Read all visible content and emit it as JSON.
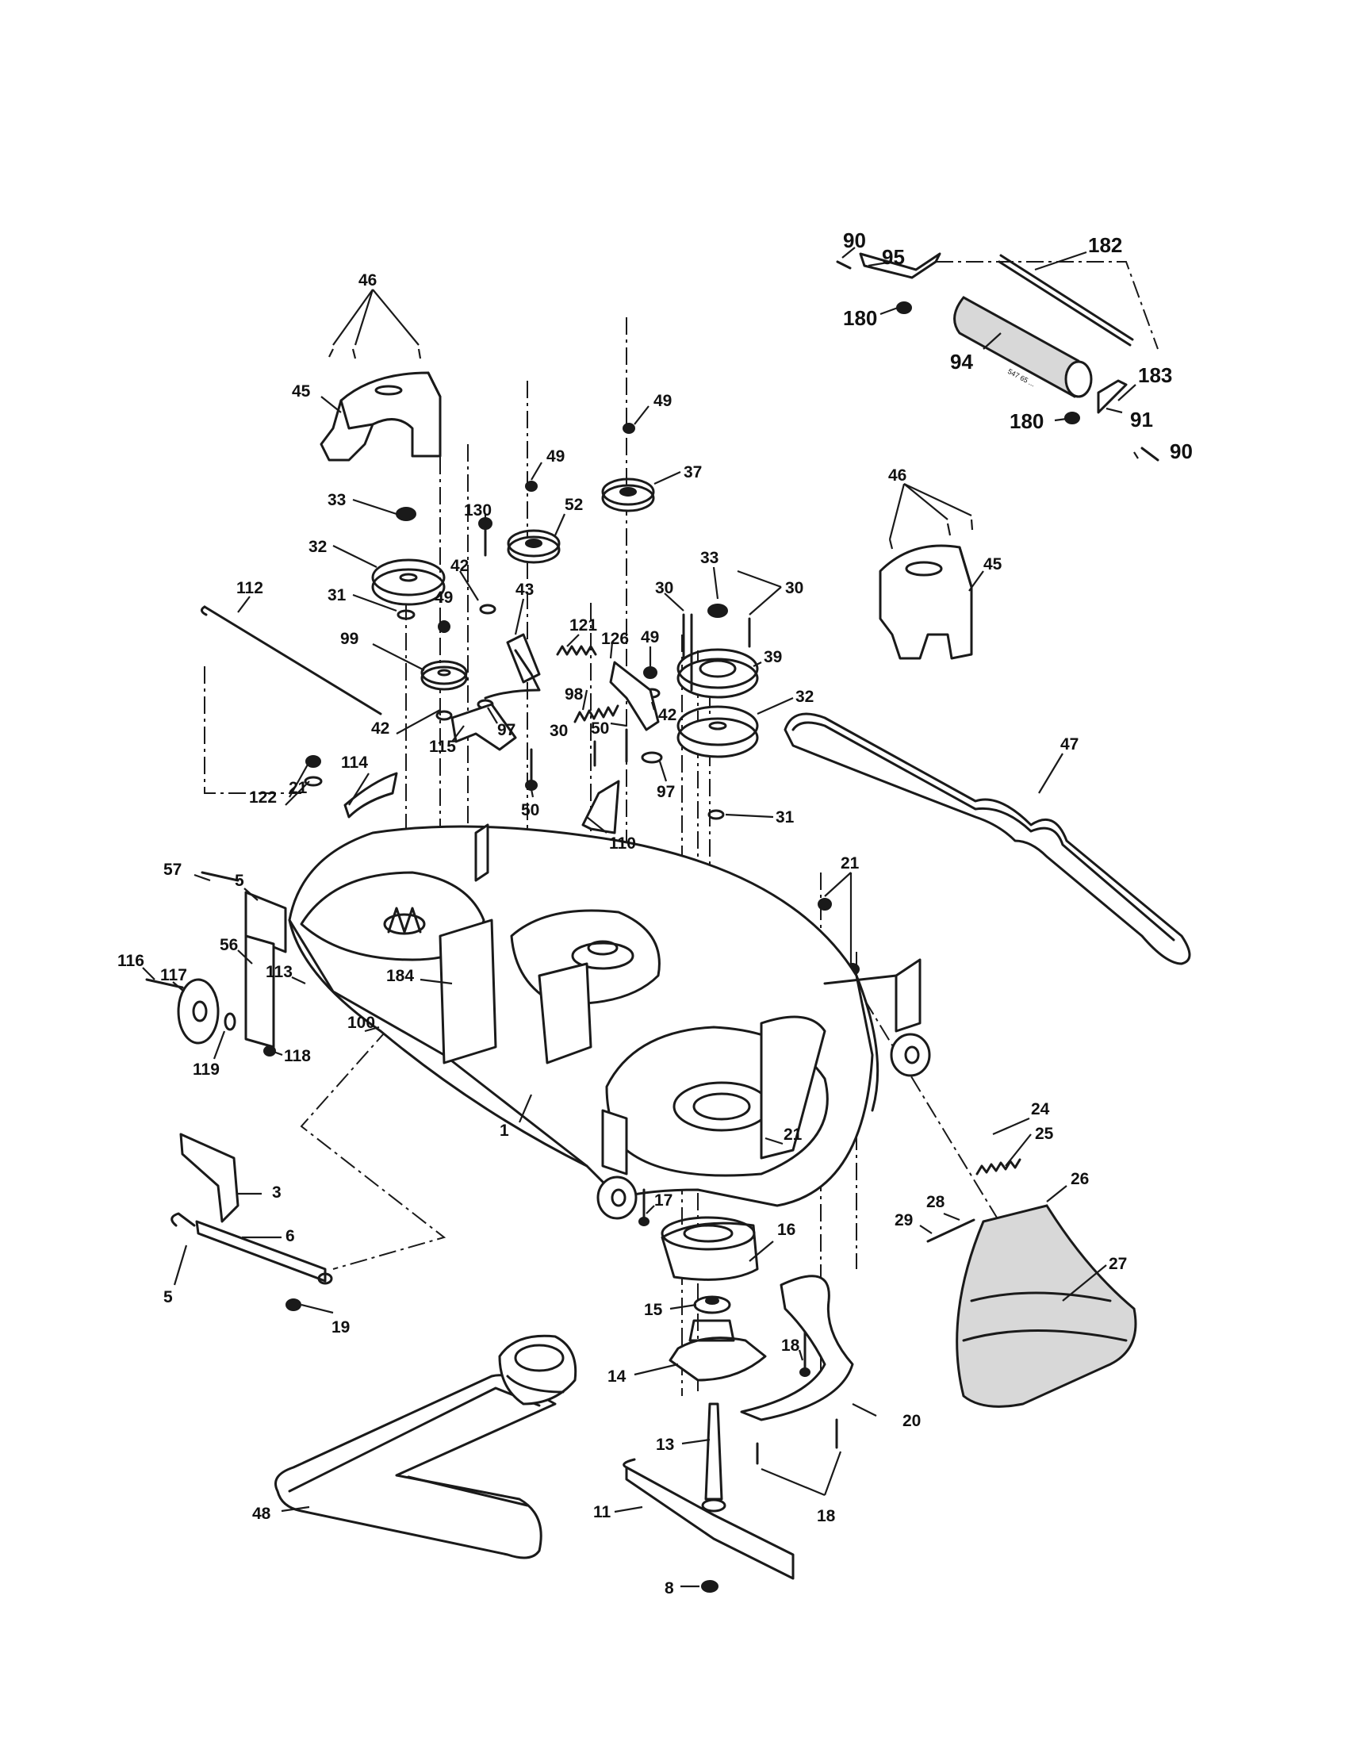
{
  "diagram": {
    "type": "exploded-parts-diagram",
    "subject": "mower deck assembly",
    "callouts": [
      {
        "id": "c46a",
        "label": "46"
      },
      {
        "id": "c45a",
        "label": "45"
      },
      {
        "id": "c33a",
        "label": "33"
      },
      {
        "id": "c32a",
        "label": "32"
      },
      {
        "id": "c31a",
        "label": "31"
      },
      {
        "id": "c99",
        "label": "99"
      },
      {
        "id": "c112",
        "label": "112"
      },
      {
        "id": "c42a",
        "label": "42"
      },
      {
        "id": "c42b",
        "label": "42"
      },
      {
        "id": "c130",
        "label": "130"
      },
      {
        "id": "c49a",
        "label": "49"
      },
      {
        "id": "c49b",
        "label": "49"
      },
      {
        "id": "c52",
        "label": "52"
      },
      {
        "id": "c49c",
        "label": "49"
      },
      {
        "id": "c37",
        "label": "37"
      },
      {
        "id": "c43",
        "label": "43"
      },
      {
        "id": "c121",
        "label": "121"
      },
      {
        "id": "c98",
        "label": "98"
      },
      {
        "id": "c97a",
        "label": "97"
      },
      {
        "id": "c115",
        "label": "115"
      },
      {
        "id": "c50a",
        "label": "50"
      },
      {
        "id": "c50b",
        "label": "50"
      },
      {
        "id": "c126",
        "label": "126"
      },
      {
        "id": "c49d",
        "label": "49"
      },
      {
        "id": "c42c",
        "label": "42"
      },
      {
        "id": "c30a",
        "label": "30"
      },
      {
        "id": "c30b",
        "label": "30"
      },
      {
        "id": "c30c",
        "label": "30"
      },
      {
        "id": "c33b",
        "label": "33"
      },
      {
        "id": "c39",
        "label": "39"
      },
      {
        "id": "c32b",
        "label": "32"
      },
      {
        "id": "c97b",
        "label": "97"
      },
      {
        "id": "c110",
        "label": "110"
      },
      {
        "id": "c31b",
        "label": "31"
      },
      {
        "id": "c90a",
        "label": "90"
      },
      {
        "id": "c95",
        "label": "95"
      },
      {
        "id": "c182",
        "label": "182"
      },
      {
        "id": "c180a",
        "label": "180"
      },
      {
        "id": "c94",
        "label": "94"
      },
      {
        "id": "c183",
        "label": "183"
      },
      {
        "id": "c180b",
        "label": "180"
      },
      {
        "id": "c91",
        "label": "91"
      },
      {
        "id": "c90b",
        "label": "90"
      },
      {
        "id": "c46b",
        "label": "46"
      },
      {
        "id": "c45b",
        "label": "45"
      },
      {
        "id": "c47",
        "label": "47"
      },
      {
        "id": "c21a",
        "label": "21"
      },
      {
        "id": "c122",
        "label": "122"
      },
      {
        "id": "c114",
        "label": "114"
      },
      {
        "id": "c5a",
        "label": "5"
      },
      {
        "id": "c57",
        "label": "57"
      },
      {
        "id": "c116",
        "label": "116"
      },
      {
        "id": "c117",
        "label": "117"
      },
      {
        "id": "c56",
        "label": "56"
      },
      {
        "id": "c113",
        "label": "113"
      },
      {
        "id": "c184",
        "label": "184"
      },
      {
        "id": "c100",
        "label": "100"
      },
      {
        "id": "c119",
        "label": "119"
      },
      {
        "id": "c118",
        "label": "118"
      },
      {
        "id": "c21b",
        "label": "21"
      },
      {
        "id": "c1",
        "label": "1"
      },
      {
        "id": "c21c",
        "label": "21"
      },
      {
        "id": "c24",
        "label": "24"
      },
      {
        "id": "c25",
        "label": "25"
      },
      {
        "id": "c26",
        "label": "26"
      },
      {
        "id": "c28",
        "label": "28"
      },
      {
        "id": "c29",
        "label": "29"
      },
      {
        "id": "c27",
        "label": "27"
      },
      {
        "id": "c3",
        "label": "3"
      },
      {
        "id": "c6",
        "label": "6"
      },
      {
        "id": "c5b",
        "label": "5"
      },
      {
        "id": "c19",
        "label": "19"
      },
      {
        "id": "c17",
        "label": "17"
      },
      {
        "id": "c16",
        "label": "16"
      },
      {
        "id": "c15",
        "label": "15"
      },
      {
        "id": "c14",
        "label": "14"
      },
      {
        "id": "c18a",
        "label": "18"
      },
      {
        "id": "c20",
        "label": "20"
      },
      {
        "id": "c13",
        "label": "13"
      },
      {
        "id": "c18b",
        "label": "18"
      },
      {
        "id": "c48",
        "label": "48"
      },
      {
        "id": "c11",
        "label": "11"
      },
      {
        "id": "c8",
        "label": "8"
      }
    ],
    "roller_marking": "547 65 ..."
  }
}
